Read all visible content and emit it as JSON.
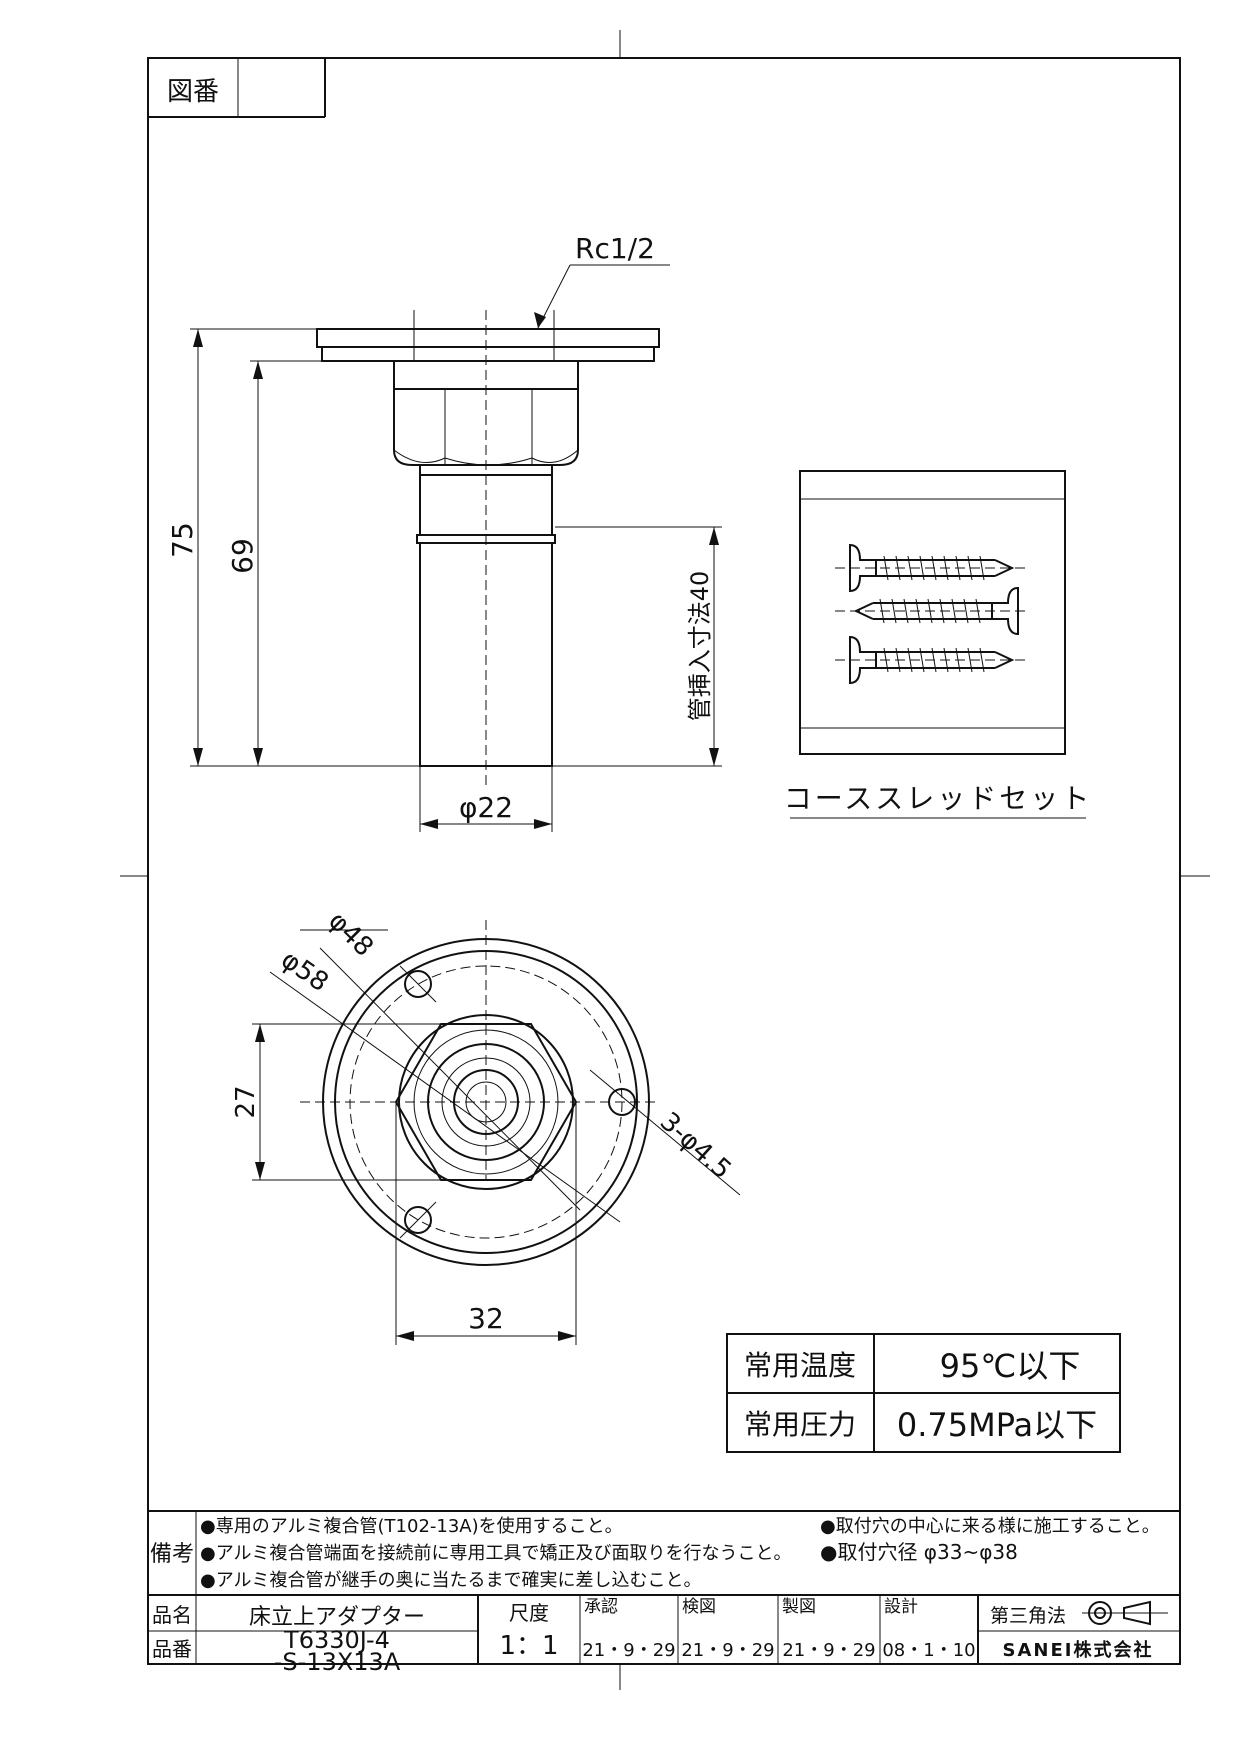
{
  "zuban_label": "図番",
  "zuban_value": "",
  "rc_label": "Rc1/2",
  "dims": {
    "h75": "75",
    "h69": "69",
    "insertion": "管挿入寸法40",
    "d22": "φ22",
    "d48": "φ48",
    "d58": "φ58",
    "h27": "27",
    "w32": "32",
    "holes": "3-φ4.5"
  },
  "screw_caption": "コーススレッドセット",
  "specs": [
    {
      "label": "常用温度",
      "value": "95℃以下"
    },
    {
      "label": "常用圧力",
      "value": "0.75MPa以下"
    }
  ],
  "remarks_label": "備考",
  "remarks": [
    "●専用のアルミ複合管(T102-13A)を使用すること。",
    "●アルミ複合管端面を接続前に専用工具で矯正及び面取りを行なうこと。",
    "●アルミ複合管が継手の奥に当たるまで確実に差し込むこと。"
  ],
  "remarks_right": [
    "●取付穴の中心に来る様に施工すること。",
    "●取付穴径 φ33~φ38"
  ],
  "title_block": {
    "hinmei_label": "品名",
    "hinmei_value": "床立上アダプター",
    "hinban_label": "品番",
    "hinban_value_1": "T6330J-4",
    "hinban_value_2": "-S-13X13A",
    "scale_label": "尺度",
    "scale_value": "1：1",
    "approve_label": "承認",
    "approve_date": "21・9・29",
    "check_label": "検図",
    "check_date": "21・9・29",
    "draft_label": "製図",
    "draft_date": "21・9・29",
    "design_label": "設計",
    "design_date": "08・1・10",
    "projection_label": "第三角法",
    "company": "SANEI株式会社"
  }
}
